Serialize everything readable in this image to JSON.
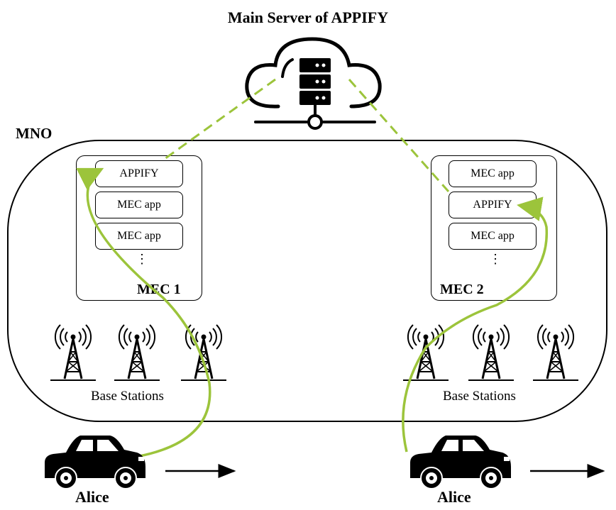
{
  "title": "Main Server of APPIFY",
  "mno": {
    "label": "MNO"
  },
  "mec1": {
    "label": "MEC 1",
    "apps": [
      "APPIFY",
      "MEC app",
      "MEC app"
    ],
    "more": "⋮"
  },
  "mec2": {
    "label": "MEC 2",
    "apps": [
      "MEC app",
      "APPIFY",
      "MEC app"
    ],
    "more": "⋮"
  },
  "base_stations": {
    "left_label": "Base Stations",
    "right_label": "Base Stations"
  },
  "users": {
    "left": "Alice",
    "right": "Alice"
  },
  "colors": {
    "accent_green": "#9cc43b",
    "line_black": "#000000"
  }
}
